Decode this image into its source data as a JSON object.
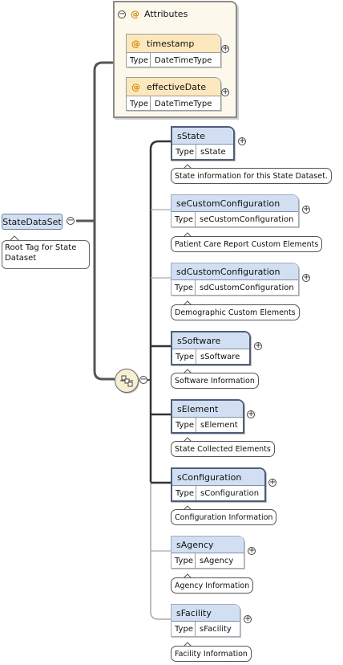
{
  "root": {
    "name": "StateDataSet",
    "note": "Root Tag for State Dataset"
  },
  "attributes": {
    "title": "Attributes",
    "symbol": "@",
    "items": [
      {
        "name": "timestamp",
        "type_label": "Type",
        "type": "DateTimeType"
      },
      {
        "name": "effectiveDate",
        "type_label": "Type",
        "type": "DateTimeType"
      }
    ]
  },
  "elements": [
    {
      "name": "sState",
      "type_label": "Type",
      "type": "sState",
      "note": "State information for this State Dataset."
    },
    {
      "name": "seCustomConfiguration",
      "type_label": "Type",
      "type": "seCustomConfiguration",
      "note": "Patient Care Report Custom Elements"
    },
    {
      "name": "sdCustomConfiguration",
      "type_label": "Type",
      "type": "sdCustomConfiguration",
      "note": "Demographic Custom Elements"
    },
    {
      "name": "sSoftware",
      "type_label": "Type",
      "type": "sSoftware",
      "note": "Software Information"
    },
    {
      "name": "sElement",
      "type_label": "Type",
      "type": "sElement",
      "note": "State Collected Elements"
    },
    {
      "name": "sConfiguration",
      "type_label": "Type",
      "type": "sConfiguration",
      "note": "Configuration Information"
    },
    {
      "name": "sAgency",
      "type_label": "Type",
      "type": "sAgency",
      "note": "Agency Information"
    },
    {
      "name": "sFacility",
      "type_label": "Type",
      "type": "sFacility",
      "note": "Facility Information"
    }
  ],
  "icons": {
    "expand": "plus-circle-icon",
    "collapse": "minus-circle-icon",
    "sequence": "sequence-compositor-icon"
  },
  "colors": {
    "element_header": "#d2dff3",
    "attribute_header": "#fde8bd",
    "attributes_bg": "#fdf8ec",
    "sequence_bg": "#f6efd2"
  }
}
